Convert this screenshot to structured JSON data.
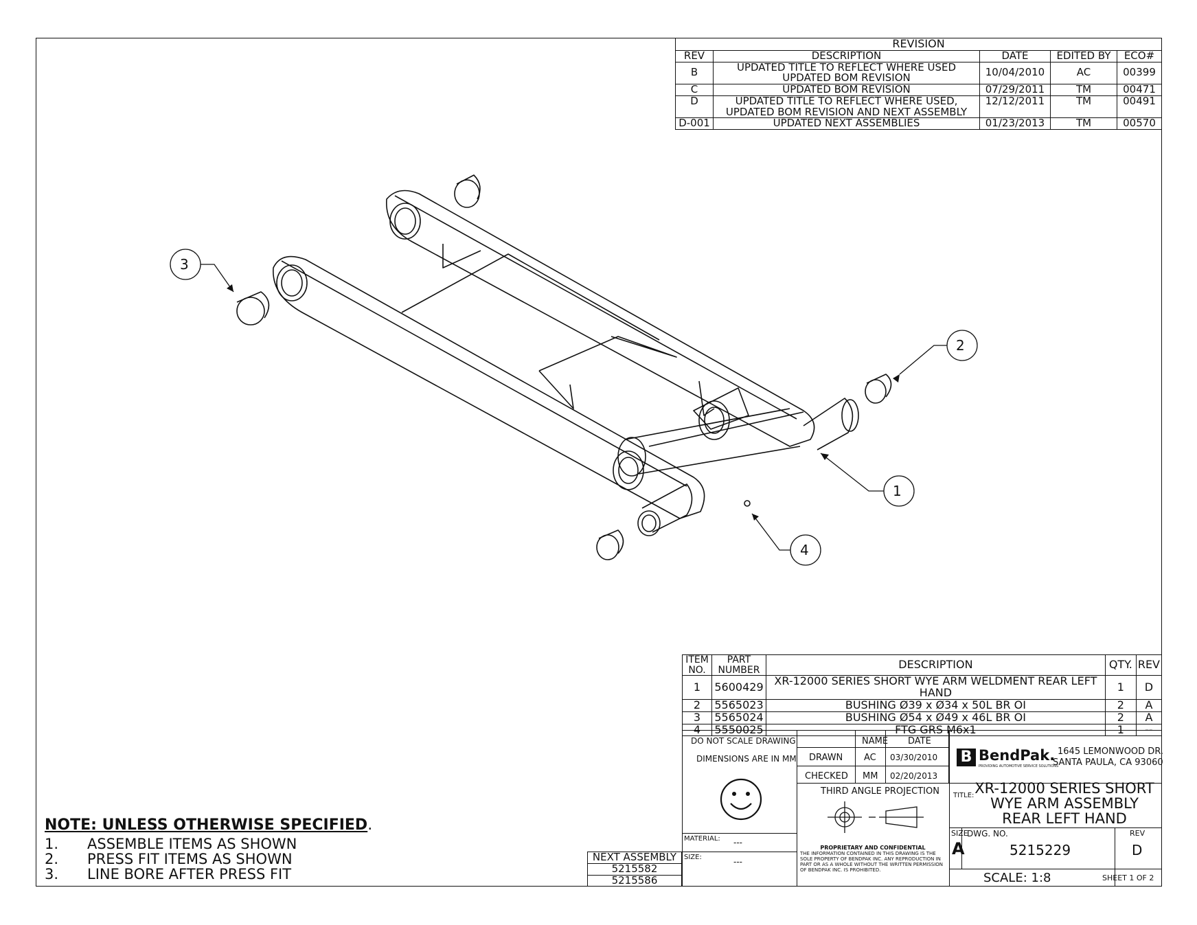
{
  "revision": {
    "title": "REVISION",
    "headers": [
      "REV",
      "DESCRIPTION",
      "DATE",
      "EDITED BY",
      "ECO#"
    ],
    "rows": [
      {
        "rev": "B",
        "description": [
          "UPDATED TITLE TO REFLECT WHERE USED",
          "UPDATED BOM REVISION"
        ],
        "date": "10/04/2010",
        "edited_by": "AC",
        "eco": "00399"
      },
      {
        "rev": "C",
        "description": [
          "UPDATED BOM REVISION"
        ],
        "date": "07/29/2011",
        "edited_by": "TM",
        "eco": "00471"
      },
      {
        "rev": "D",
        "description": [
          "UPDATED TITLE TO REFLECT WHERE USED,",
          "UPDATED BOM REVISION AND NEXT ASSEMBLY"
        ],
        "date": "12/12/2011",
        "edited_by": "TM",
        "eco": "00491"
      },
      {
        "rev": "D-001",
        "description": [
          "UPDATED NEXT ASSEMBLIES"
        ],
        "date": "01/23/2013",
        "edited_by": "TM",
        "eco": "00570"
      }
    ]
  },
  "balloons": [
    "1",
    "2",
    "3",
    "4"
  ],
  "bom": {
    "headers": [
      "ITEM NO.",
      "PART NUMBER",
      "DESCRIPTION",
      "QTY.",
      "REV"
    ],
    "rows": [
      {
        "item": "1",
        "part": "5600429",
        "description": "XR-12000 SERIES SHORT WYE ARM WELDMENT REAR LEFT HAND",
        "qty": "1",
        "rev": "D"
      },
      {
        "item": "2",
        "part": "5565023",
        "description": "BUSHING Ø39 x Ø34 x 50L BR OI",
        "qty": "2",
        "rev": "A"
      },
      {
        "item": "3",
        "part": "5565024",
        "description": "BUSHING Ø54 x Ø49 x 46L BR OI",
        "qty": "2",
        "rev": "A"
      },
      {
        "item": "4",
        "part": "5550025",
        "description": "FTG GRS M6x1",
        "qty": "1",
        "rev": "--"
      }
    ]
  },
  "title_block": {
    "do_not_scale": "DO NOT SCALE DRAWING",
    "dimensions": "DIMENSIONS ARE IN MM",
    "name_header": "NAME",
    "date_header": "DATE",
    "drawn_label": "DRAWN",
    "drawn_name": "AC",
    "drawn_date": "03/30/2010",
    "checked_label": "CHECKED",
    "checked_name": "MM",
    "checked_date": "02/20/2013",
    "projection": "THIRD ANGLE PROJECTION",
    "material_label": "MATERIAL:",
    "material_value": "---",
    "size_label_left": "SIZE:",
    "size_value_left": "---",
    "company_logo": "BendPak.",
    "company_tagline": "PROVIDING AUTOMOTIVE SERVICE SOLUTIONS",
    "address_line1": "1645 LEMONWOOD DR.",
    "address_line2": "SANTA PAULA, CA 93060",
    "title_label": "TITLE:",
    "title_lines": [
      "XR-12000 SERIES SHORT",
      "WYE ARM ASSEMBLY",
      "REAR LEFT HAND"
    ],
    "size_label": "SIZE",
    "size_value": "A",
    "dwg_label": "DWG.  NO.",
    "dwg_no": "5215229",
    "rev_label": "REV",
    "rev_value": "D",
    "scale": "SCALE: 1:8",
    "sheet": "SHEET 1 OF 2",
    "proprietary_title": "PROPRIETARY AND CONFIDENTIAL",
    "proprietary_text": "THE INFORMATION CONTAINED IN THIS DRAWING IS THE SOLE PROPERTY OF BENDPAK INC. ANY REPRODUCTION IN PART OR AS A WHOLE WITHOUT THE WRITTEN PERMISSION OF BENDPAK INC. IS PROHIBITED."
  },
  "next_assembly": {
    "label": "NEXT ASSEMBLY",
    "values": [
      "5215582",
      "5215586"
    ]
  },
  "notes": {
    "title": "NOTE: UNLESS OTHERWISE SPECIFIED",
    "items": [
      {
        "num": "1.",
        "text": "ASSEMBLE ITEMS AS SHOWN"
      },
      {
        "num": "2.",
        "text": "PRESS FIT ITEMS AS SHOWN"
      },
      {
        "num": "3.",
        "text": "LINE BORE AFTER PRESS FIT"
      }
    ]
  }
}
